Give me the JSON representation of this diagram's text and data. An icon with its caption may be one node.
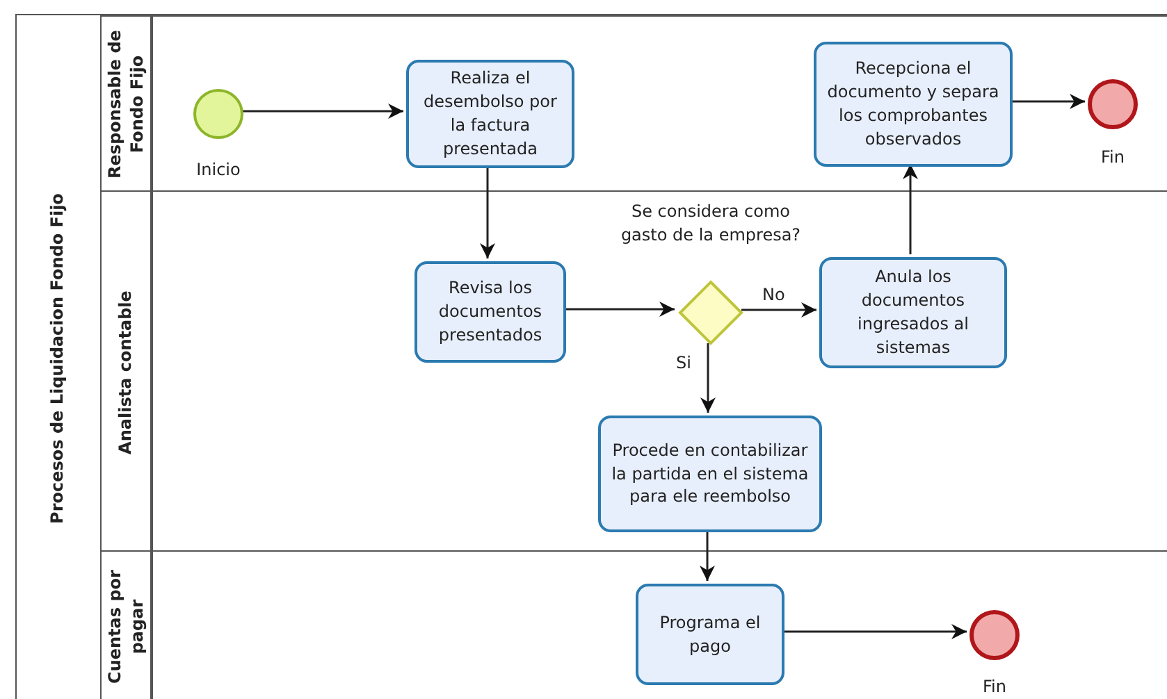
{
  "diagram": {
    "nodes": [
      {
        "text": [
          "Procesos de Liquidacion Fondo Fijo"
        ]
      },
      {
        "text": [
          "Responsable de Fondo Fijo"
        ],
        "in": 0
      },
      {
        "text": [
          "Analista contable"
        ],
        "in": 0
      },
      {
        "text": [
          "Cuentas por pagar"
        ],
        "in": 0
      },
      {
        "text": [],
        "shape": "circle",
        "beside": [
          "Inicio"
        ],
        "in": 1
      },
      {
        "text": [
          "Realiza el desembolso por la factura presentada"
        ],
        "in": 1
      },
      {
        "text": [
          "Recepciona el documento y separa los comprobantes observados"
        ],
        "in": 1
      },
      {
        "text": [],
        "shape": "circle",
        "beside": [
          "Fin"
        ],
        "in": 1
      },
      {
        "text": [
          "Revisa los documentos presentados"
        ],
        "in": 2
      },
      {
        "text": [],
        "shape": "diamond",
        "beside": [
          "Se considera como gasto de la empresa?"
        ],
        "in": 2
      },
      {
        "text": [
          "Anula los documentos ingresados al sistemas"
        ],
        "in": 2
      },
      {
        "text": [
          "Procede en contabilizar la partida en el sistema para ele reembolso"
        ],
        "in": 2
      },
      {
        "text": [
          "Programa el pago"
        ],
        "in": 3
      },
      {
        "text": [],
        "shape": "circle",
        "beside": [
          "Fin"
        ],
        "in": 3
      }
    ],
    "edges": [
      {
        "from": 4,
        "to": 5,
        "arrow": "to"
      },
      {
        "from": 5,
        "to": 8,
        "arrow": "to"
      },
      {
        "from": 8,
        "to": 9,
        "arrow": "to"
      },
      {
        "from": 9,
        "to": 10,
        "arrow": "to",
        "label": "No"
      },
      {
        "from": 9,
        "to": 11,
        "arrow": "to",
        "label": "Si"
      },
      {
        "from": 10,
        "to": 6,
        "arrow": "to"
      },
      {
        "from": 6,
        "to": 7,
        "arrow": "to"
      },
      {
        "from": 11,
        "to": 12,
        "arrow": "to"
      },
      {
        "from": 12,
        "to": 13,
        "arrow": "to"
      }
    ]
  }
}
